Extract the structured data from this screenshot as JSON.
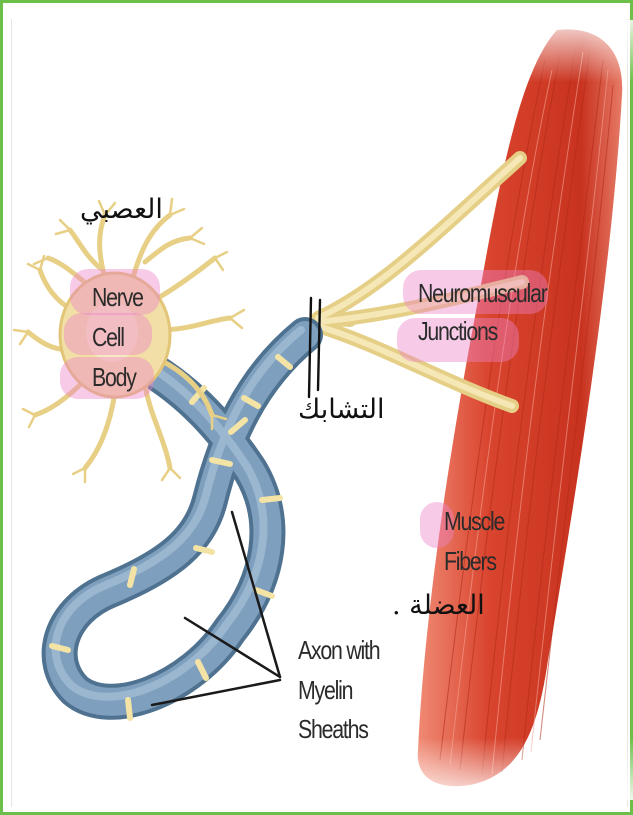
{
  "labels": {
    "nerve_cell_body": [
      "Nerve",
      "Cell",
      "Body"
    ],
    "neuromuscular_junctions": [
      "Neuromuscular",
      "Junctions"
    ],
    "muscle_fibers": [
      "Muscle",
      "Fibers"
    ],
    "axon_with_myelin_sheaths": [
      "Axon with",
      "Myelin",
      "Sheaths"
    ]
  },
  "handwritten_notes": {
    "cell_body_note": "العصبي",
    "junction_note": "التشابك",
    "muscle_note": "العضلة ."
  },
  "colors": {
    "frame_border": "#6cc04a",
    "neuron_body": "#f1dfa6",
    "axon_myelin": "#7e9fbd",
    "muscle": "#d9442e",
    "highlight": "#ec82c8"
  }
}
